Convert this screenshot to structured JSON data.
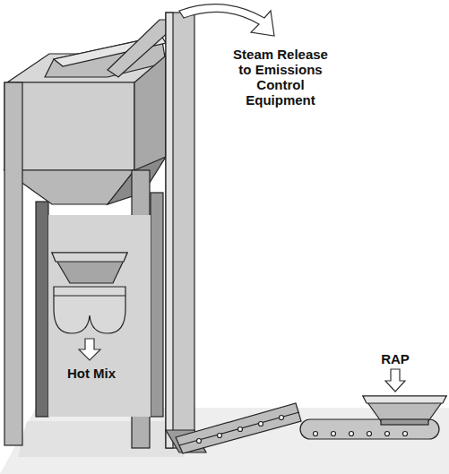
{
  "diagram": {
    "labels": [
      "Steam Release to Emissions Control Equipment",
      "RAP",
      "Hot Mix"
    ]
  }
}
